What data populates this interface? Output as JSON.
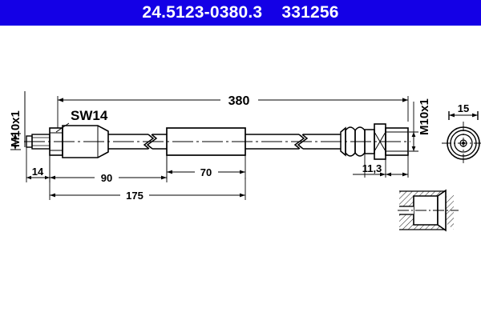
{
  "header": {
    "part_number": "24.5123-0380.3",
    "reference_number": "331256",
    "title": "24.5123-0380.3    331256",
    "background_color": "#1400e6",
    "text_color": "#ffffff"
  },
  "drawing": {
    "type": "technical-drawing",
    "subject": "brake-hose",
    "line_color": "#000000",
    "background_color": "#ffffff",
    "labels": {
      "thread_left": "M10x1",
      "thread_right": "M10x1",
      "wrench_size": "SW14"
    },
    "dimensions": {
      "overall_length": "380",
      "left_thread_length": "14",
      "left_section": "90",
      "left_total": "175",
      "sleeve_length": "70",
      "right_fitting": "11,3",
      "end_view_width": "15"
    }
  }
}
